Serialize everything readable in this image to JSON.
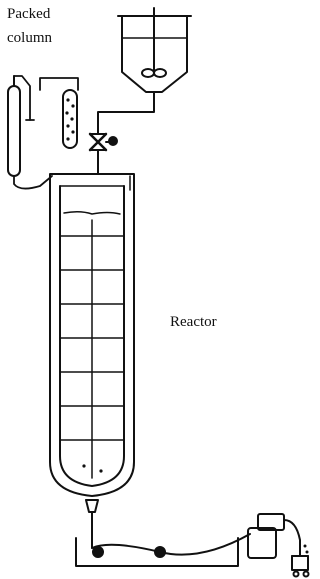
{
  "labels": {
    "packed_column_line1": "Packed",
    "packed_column_line2": "column",
    "reactor": "Reactor"
  }
}
